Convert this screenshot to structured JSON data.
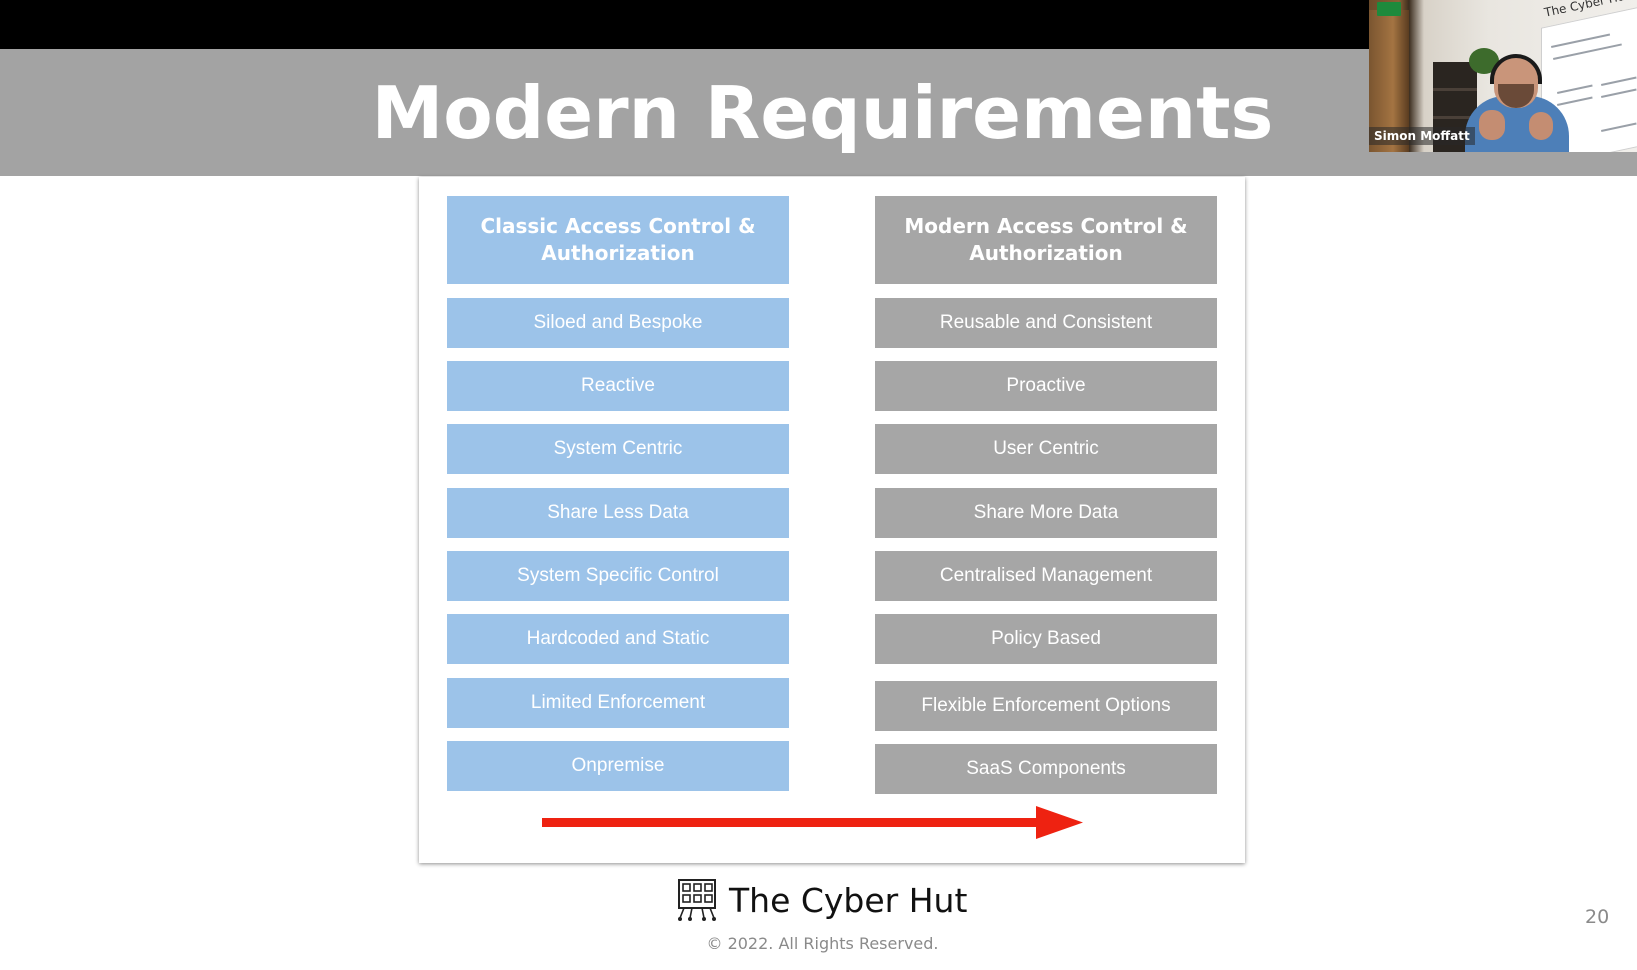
{
  "slide": {
    "title": "Modern Requirements",
    "page_number": "20"
  },
  "webcam": {
    "participant_name": "Simon Moffatt",
    "board_title": "The Cyber Hu"
  },
  "comparison": {
    "left_header": "Classic Access Control & Authorization",
    "right_header": "Modern Access Control & Authorization",
    "left_items": [
      "Siloed and Bespoke",
      "Reactive",
      "System Centric",
      "Share Less Data",
      "System Specific Control",
      "Hardcoded and Static",
      "Limited Enforcement",
      "Onpremise"
    ],
    "right_items": [
      "Reusable and Consistent",
      "Proactive",
      "User Centric",
      "Share More Data",
      "Centralised Management",
      "Policy Based",
      "Flexible Enforcement Options",
      "SaaS Components"
    ]
  },
  "footer": {
    "brand": "The Cyber Hut",
    "copyright": "© 2022. All Rights Reserved."
  },
  "colors": {
    "classic": "#9cc3e9",
    "modern": "#a6a6a6",
    "arrow": "#ee2211",
    "title_band": "#a3a3a3"
  },
  "icons": {
    "brand_logo": "circuit-board-logo",
    "transition": "right-arrow"
  }
}
